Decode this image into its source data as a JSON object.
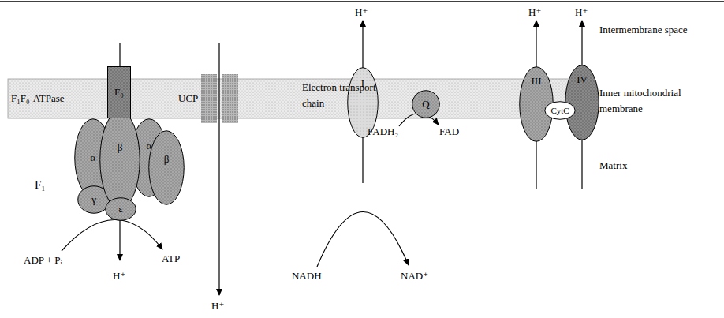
{
  "diagram": {
    "nodes": [
      {
        "text": [
          "F₀"
        ]
      },
      {
        "text": [
          "α"
        ]
      },
      {
        "text": [
          "β"
        ]
      },
      {
        "text": [
          "α"
        ]
      },
      {
        "text": [
          "β"
        ]
      },
      {
        "text": [
          "γ"
        ]
      },
      {
        "text": [
          "ε"
        ]
      },
      {
        "text": [
          "I"
        ]
      },
      {
        "text": [
          "Q"
        ]
      },
      {
        "text": [
          "III"
        ]
      },
      {
        "text": [
          "IV"
        ]
      },
      {
        "text": [
          "CytC"
        ]
      }
    ],
    "labels": [
      "F₁F₀-ATPase",
      "F₁",
      "UCP",
      "Electron transport chain",
      "H⁺",
      "H⁺",
      "H⁺",
      "H⁺",
      "H⁺",
      "ADP + Pᵢ",
      "ATP",
      "NADH",
      "NAD⁺",
      "FADH₂",
      "FAD",
      "Intermembrane space",
      "Inner mitochondrial membrane",
      "Matrix"
    ]
  }
}
